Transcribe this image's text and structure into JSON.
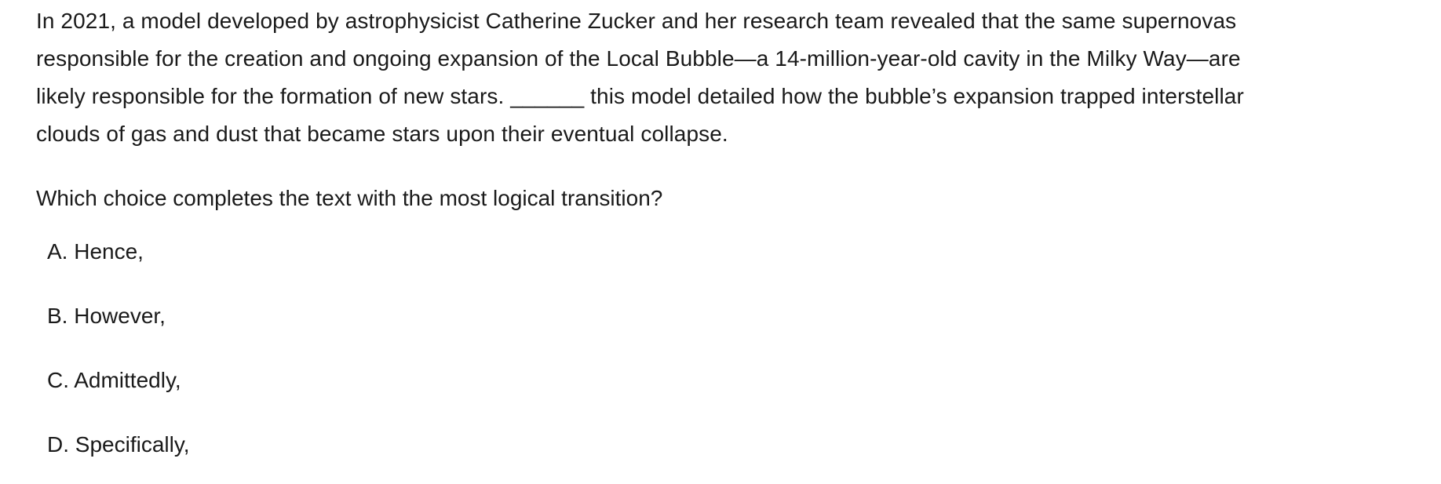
{
  "passage": {
    "line1": "In 2021, a model developed by astrophysicist Catherine Zucker and her research team revealed that the same supernovas",
    "line2": "responsible for the creation and ongoing expansion of the Local Bubble—a 14-million-year-old cavity in the Milky Way—are",
    "line3": "likely responsible for the formation of new stars. ______ this model detailed how the bubble’s expansion trapped interstellar",
    "line4": "clouds of gas and dust that became stars upon their eventual collapse."
  },
  "question": "Which choice completes the text with the most logical transition?",
  "choices": [
    {
      "label": "A. Hence,"
    },
    {
      "label": "B. However,"
    },
    {
      "label": "C. Admittedly,"
    },
    {
      "label": "D. Specifically,"
    }
  ]
}
